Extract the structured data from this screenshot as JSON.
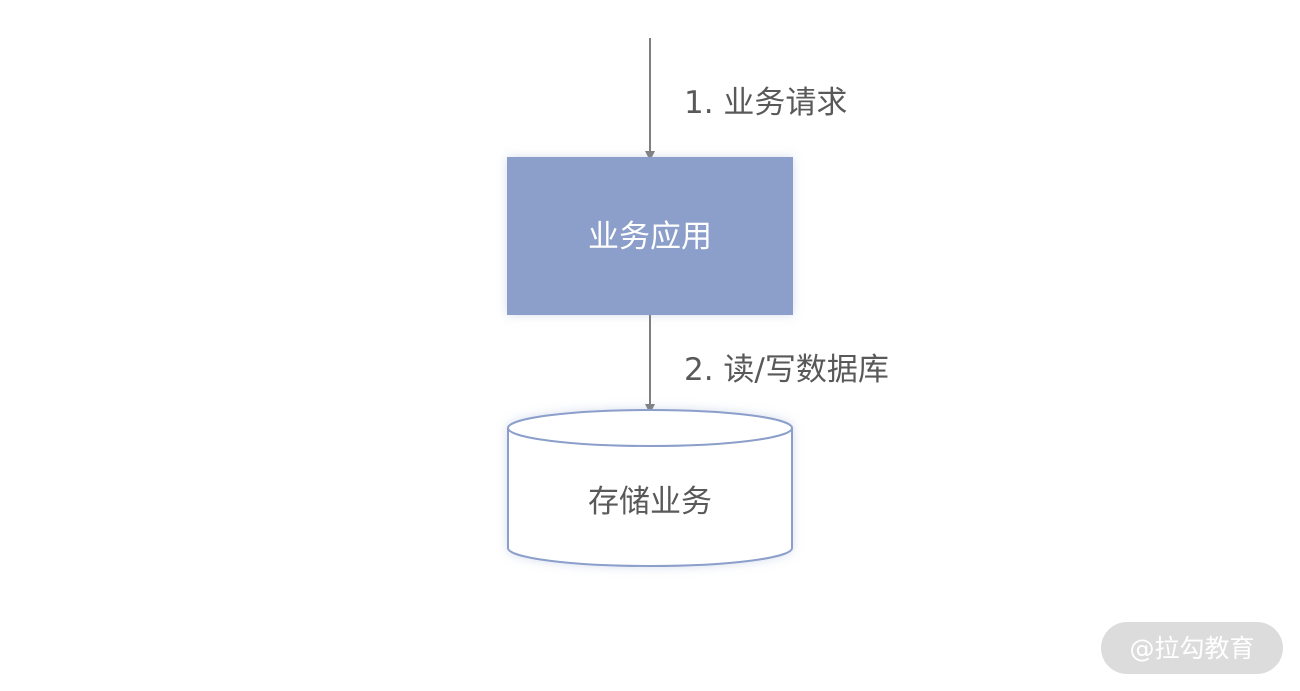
{
  "diagram": {
    "request_label": "1. 业务请求",
    "app_label": "业务应用",
    "db_access_label": "2. 读/写数据库",
    "storage_label": "存储业务"
  },
  "watermark": {
    "text": "@拉勾教育"
  },
  "colors": {
    "app_box_fill": "#8b9fca",
    "cylinder_stroke": "#8b9fca",
    "arrow": "#7f7f7f",
    "label_text": "#595959",
    "watermark_bg": "#dcdcdc"
  }
}
